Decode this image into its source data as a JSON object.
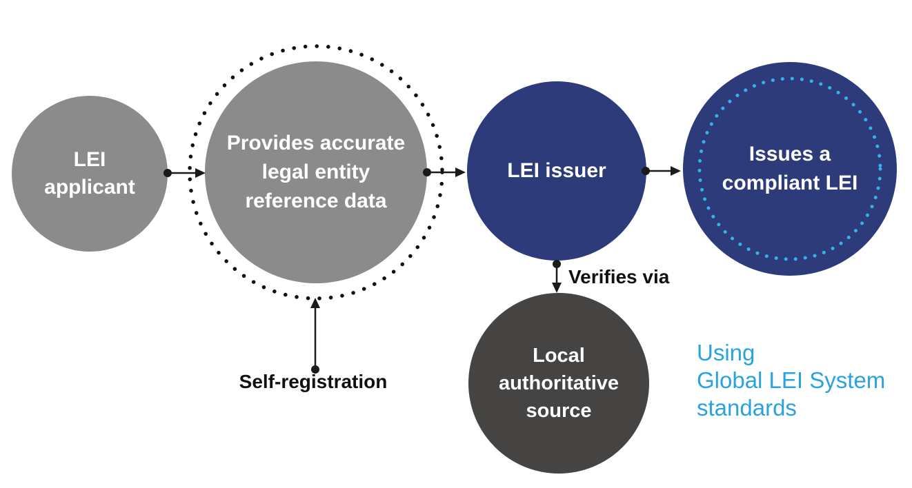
{
  "colors": {
    "node_gray": "#8B8B8B",
    "node_navy": "#2E3B7B",
    "node_dark_gray": "#454442",
    "accent_cyan": "#35B2E8",
    "note_cyan": "#29A3E0",
    "arrow_black": "#1A1A1A",
    "label_white": "#FFFFFF",
    "background": "#FFFFFF"
  },
  "nodes": [
    {
      "name": "lei-applicant",
      "label": "LEI\napplicant"
    },
    {
      "name": "reference-data",
      "label": "Provides accurate\nlegal entity\nreference data"
    },
    {
      "name": "lei-issuer",
      "label": "LEI issuer"
    },
    {
      "name": "compliant-lei",
      "label": "Issues a\ncompliant LEI"
    },
    {
      "name": "local-authoritative-source",
      "label": "Local\nauthoritative\nsource"
    }
  ],
  "labels": {
    "self_registration": "Self-registration",
    "verifies_via": "Verifies via",
    "standards_note": "Using\nGlobal LEI System\nstandards"
  },
  "flow": [
    "LEI applicant -> Provides accurate legal entity reference data (Self-registration)",
    "Provides accurate legal entity reference data -> LEI issuer",
    "LEI issuer -> Issues a compliant LEI (Using Global LEI System standards)",
    "LEI issuer -> Local authoritative source (Verifies via)"
  ]
}
